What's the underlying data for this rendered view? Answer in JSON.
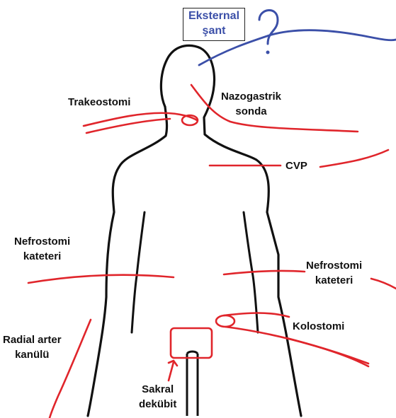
{
  "labels": {
    "external_shunt": [
      "Eksternal",
      "şant"
    ],
    "tracheostomy": [
      "Trakeostomi"
    ],
    "nasogastric": [
      "Nazogastrik",
      "sonda"
    ],
    "cvp": [
      "CVP"
    ],
    "nephrostomy_left": [
      "Nefrostomi",
      "kateteri"
    ],
    "nephrostomy_right": [
      "Nefrostomi",
      "kateteri"
    ],
    "colostomy": [
      "Kolostomi"
    ],
    "radial_arterial": [
      "Radial arter",
      "kanülü"
    ],
    "sacral_ulcer": [
      "Sakral",
      "dekübit"
    ]
  },
  "colors": {
    "body_outline": "#111111",
    "device_lines": "#e0252b",
    "shunt": "#3b4fa8",
    "text": "#111111"
  }
}
